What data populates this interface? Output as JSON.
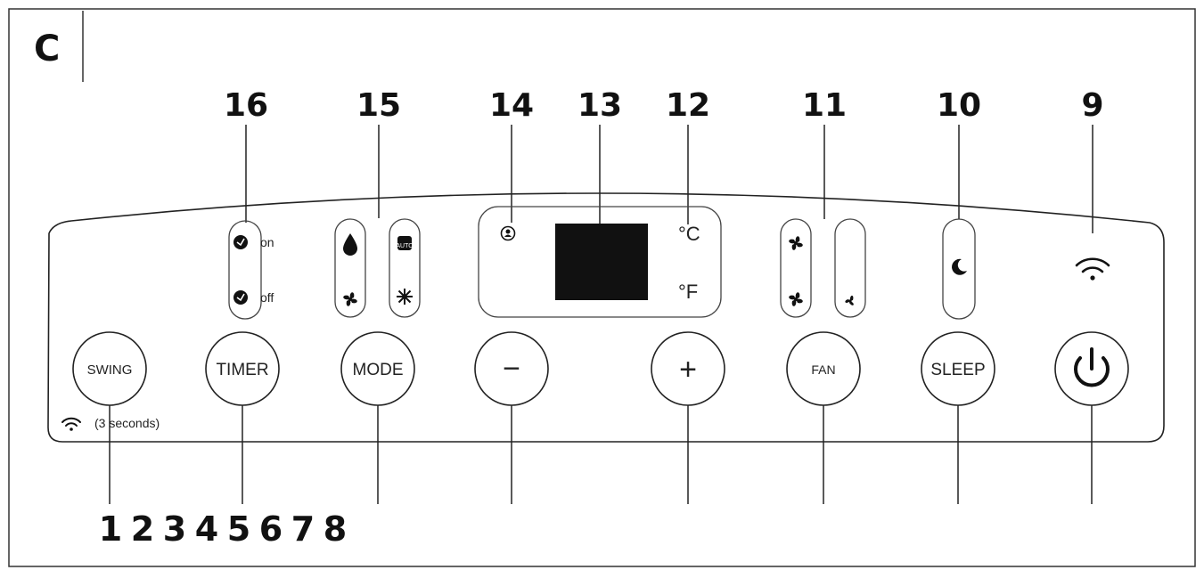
{
  "panel_label": "C",
  "callouts_top": [
    "16",
    "15",
    "14",
    "13",
    "12",
    "11",
    "10",
    "9"
  ],
  "callouts_bottom": [
    "1",
    "2",
    "3",
    "4",
    "5",
    "6",
    "7",
    "8"
  ],
  "buttons": {
    "swing": "SWING",
    "timer": "TIMER",
    "mode": "MODE",
    "minus": "−",
    "plus": "+",
    "fan": "FAN",
    "sleep": "SLEEP",
    "power_icon": "power-icon"
  },
  "timer_indicators": {
    "on": "on",
    "off": "off"
  },
  "units": {
    "celsius": "°C",
    "fahrenheit": "°F"
  },
  "wifi_note": "(3 seconds)",
  "icons": {
    "mode_left": [
      "drop-icon",
      "fan-icon"
    ],
    "mode_right": [
      "auto-icon",
      "snowflake-icon"
    ],
    "fan_left": [
      "fan-high-icon",
      "fan-mid-icon"
    ],
    "fan_right": [
      "fan-low-icon"
    ],
    "sleep": "moon-icon",
    "wifi": "wifi-icon",
    "person": "person-icon"
  }
}
